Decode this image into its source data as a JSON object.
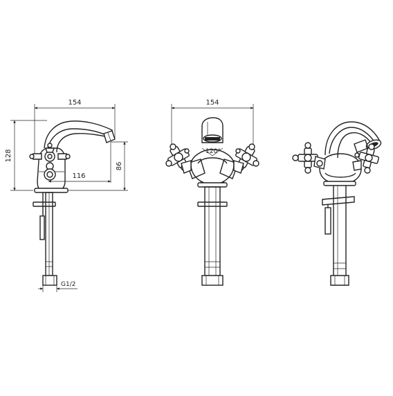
{
  "views": {
    "side": {
      "dim_width": "154",
      "dim_height": "128",
      "dim_spout_reach": "116",
      "dim_spout_height": "86",
      "dim_thread": "G1/2"
    },
    "front": {
      "dim_width": "154",
      "dim_angle": "120°"
    },
    "perspective": {}
  }
}
